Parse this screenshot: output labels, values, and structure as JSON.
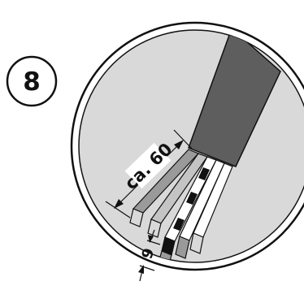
{
  "step_badge": {
    "number": "8"
  },
  "dimensions": {
    "sheath_strip": "ca. 60",
    "wire_strip": "9"
  },
  "colors": {
    "background": "#ffffff",
    "detail_circle_fill": "#d9d9d9",
    "outline": "#111111",
    "cable_sheath": "#5e5e5e",
    "wire_grey": "#9a9a9a",
    "wire_light": "#c4c4c4",
    "wire_white": "#ffffff",
    "wire_black": "#111111"
  }
}
